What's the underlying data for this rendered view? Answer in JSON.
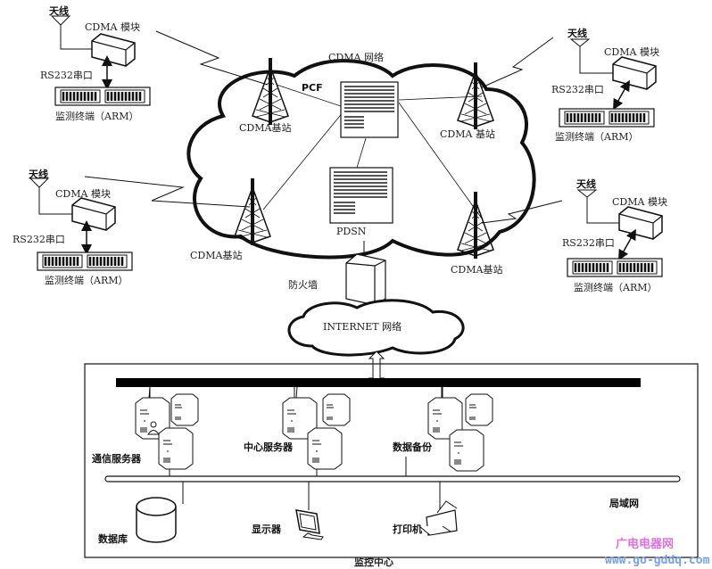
{
  "network": {
    "title": "CDMA 网络",
    "pcf": "PCF",
    "pdsn": "PDSN",
    "base_station": "CDMA基站",
    "base_station_spaced": "CDMA 基站"
  },
  "terminal": {
    "antenna": "天线",
    "module": "CDMA 模块",
    "serial": "RS232串口",
    "arm": "监测终端（ARM）"
  },
  "firewall": "防火墙",
  "internet": "INTERNET 网络",
  "center": {
    "title": "监控中心",
    "comm_server": "通信服务器",
    "central_server": "中心服务器",
    "backup": "数据备份",
    "lan": "局域网",
    "database": "数据库",
    "monitor": "显示器",
    "printer": "打印机"
  },
  "watermark": {
    "name": "广电电器网",
    "url": "www.go-gddq.com"
  }
}
